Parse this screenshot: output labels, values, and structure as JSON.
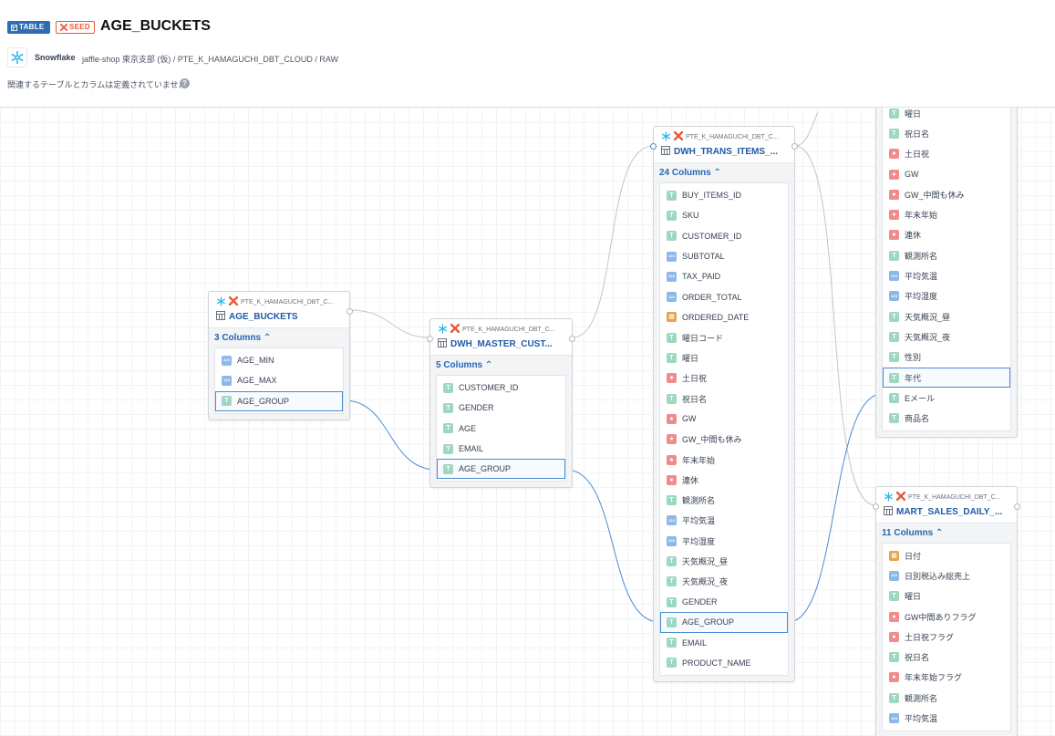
{
  "header": {
    "badge_table": "TABLE",
    "badge_seed": "SEED",
    "title": "AGE_BUCKETS",
    "database": "Snowflake",
    "path": "jaffle-shop 東京支部 (仮) / PTE_K_HAMAGUCHI_DBT_CLOUD / RAW",
    "note": "関連するテーブルとカラムは定義されていません",
    "help": "?"
  },
  "colors": {
    "accent": "#2467b3",
    "edge_highlight": "#4a8bd1",
    "edge_default": "#c2c6cc",
    "type_text": "#9fd8c0",
    "type_number": "#8cb8ea",
    "type_boolean": "#f08c8c",
    "type_date": "#e9a24a",
    "seed_orange": "#e8593c"
  },
  "nodes": [
    {
      "id": "age_buckets",
      "schema": "PTE_K_HAMAGUCHI_DBT_C...",
      "name": "AGE_BUCKETS",
      "columns_label": "3 Columns",
      "columns": [
        {
          "name": "AGE_MIN",
          "type": "num"
        },
        {
          "name": "AGE_MAX",
          "type": "num"
        },
        {
          "name": "AGE_GROUP",
          "type": "text",
          "hl": true
        }
      ]
    },
    {
      "id": "dwh_master",
      "schema": "PTE_K_HAMAGUCHI_DBT_C...",
      "name": "DWH_MASTER_CUST...",
      "columns_label": "5 Columns",
      "columns": [
        {
          "name": "CUSTOMER_ID",
          "type": "text"
        },
        {
          "name": "GENDER",
          "type": "text"
        },
        {
          "name": "AGE",
          "type": "text"
        },
        {
          "name": "EMAIL",
          "type": "text"
        },
        {
          "name": "AGE_GROUP",
          "type": "text",
          "hl": true
        }
      ]
    },
    {
      "id": "dwh_trans",
      "schema": "PTE_K_HAMAGUCHI_DBT_C...",
      "name": "DWH_TRANS_ITEMS_...",
      "columns_label": "24 Columns",
      "columns": [
        {
          "name": "BUY_ITEMS_ID",
          "type": "text"
        },
        {
          "name": "SKU",
          "type": "text"
        },
        {
          "name": "CUSTOMER_ID",
          "type": "text"
        },
        {
          "name": "SUBTOTAL",
          "type": "num"
        },
        {
          "name": "TAX_PAID",
          "type": "num"
        },
        {
          "name": "ORDER_TOTAL",
          "type": "num"
        },
        {
          "name": "ORDERED_DATE",
          "type": "date"
        },
        {
          "name": "曜日コード",
          "type": "text"
        },
        {
          "name": "曜日",
          "type": "text"
        },
        {
          "name": "土日祝",
          "type": "bool"
        },
        {
          "name": "祝日名",
          "type": "text"
        },
        {
          "name": "GW",
          "type": "bool"
        },
        {
          "name": "GW_中間も休み",
          "type": "bool"
        },
        {
          "name": "年末年始",
          "type": "bool"
        },
        {
          "name": "連休",
          "type": "bool"
        },
        {
          "name": "観測所名",
          "type": "text"
        },
        {
          "name": "平均気温",
          "type": "num"
        },
        {
          "name": "平均湿度",
          "type": "num"
        },
        {
          "name": "天気概況_昼",
          "type": "text"
        },
        {
          "name": "天気概況_夜",
          "type": "text"
        },
        {
          "name": "GENDER",
          "type": "text"
        },
        {
          "name": "AGE_GROUP",
          "type": "text",
          "hl": true
        },
        {
          "name": "EMAIL",
          "type": "text"
        },
        {
          "name": "PRODUCT_NAME",
          "type": "text"
        }
      ]
    },
    {
      "id": "right_top",
      "columns": [
        {
          "name": "曜日",
          "type": "text"
        },
        {
          "name": "祝日名",
          "type": "text"
        },
        {
          "name": "土日祝",
          "type": "bool"
        },
        {
          "name": "GW",
          "type": "bool"
        },
        {
          "name": "GW_中間も休み",
          "type": "bool"
        },
        {
          "name": "年末年始",
          "type": "bool"
        },
        {
          "name": "連休",
          "type": "bool"
        },
        {
          "name": "観測所名",
          "type": "text"
        },
        {
          "name": "平均気温",
          "type": "num"
        },
        {
          "name": "平均湿度",
          "type": "num"
        },
        {
          "name": "天気概況_昼",
          "type": "text"
        },
        {
          "name": "天気概況_夜",
          "type": "text"
        },
        {
          "name": "性別",
          "type": "text"
        },
        {
          "name": "年代",
          "type": "text",
          "hl": true
        },
        {
          "name": "Eメール",
          "type": "text"
        },
        {
          "name": "商品名",
          "type": "text"
        }
      ]
    },
    {
      "id": "mart_sales",
      "schema": "PTE_K_HAMAGUCHI_DBT_C...",
      "name": "MART_SALES_DAILY_...",
      "columns_label": "11 Columns",
      "columns": [
        {
          "name": "日付",
          "type": "date"
        },
        {
          "name": "日別税込み総売上",
          "type": "num"
        },
        {
          "name": "曜日",
          "type": "text"
        },
        {
          "name": "GW中間ありフラグ",
          "type": "bool"
        },
        {
          "name": "土日祝フラグ",
          "type": "bool"
        },
        {
          "name": "祝日名",
          "type": "text"
        },
        {
          "name": "年末年始フラグ",
          "type": "bool"
        },
        {
          "name": "観測所名",
          "type": "text"
        },
        {
          "name": "平均気温",
          "type": "num"
        }
      ]
    }
  ]
}
